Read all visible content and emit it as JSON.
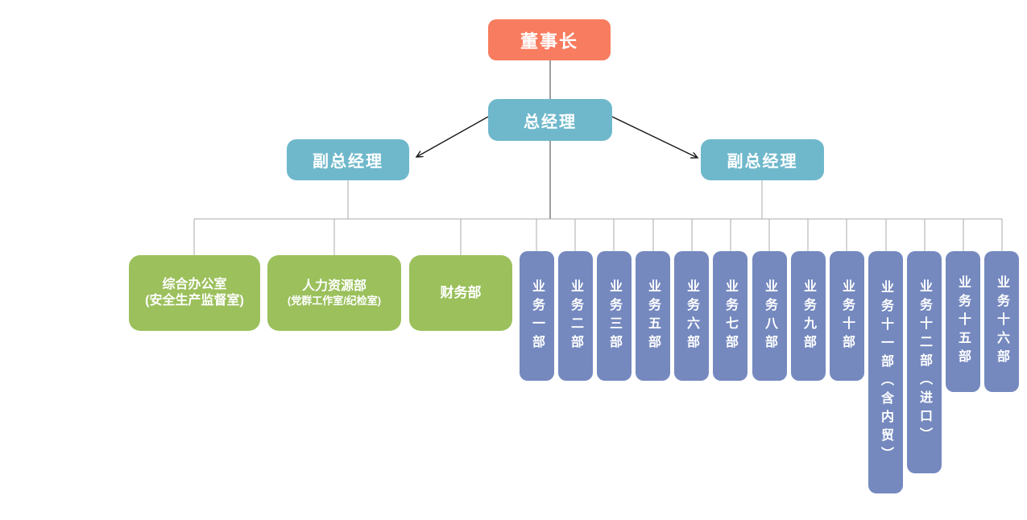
{
  "palette": {
    "chairman_bg": "#F87C5F",
    "manager_bg": "#6FB8CB",
    "department_bg": "#9BC05C",
    "business_unit_bg": "#7589BF",
    "connector_line": "#9E9E9E",
    "arrow_line": "#1A1A1A",
    "text": "#FFFFFF",
    "background": "#FFFFFF"
  },
  "nodes": {
    "chairman": {
      "label": "董事长"
    },
    "general_manager": {
      "label": "总经理"
    },
    "deputy_left": {
      "label": "副总经理"
    },
    "deputy_right": {
      "label": "副总经理"
    },
    "departments": [
      {
        "label": "综合办公室",
        "sublabel": "(安全生产监督室)"
      },
      {
        "label": "人力资源部",
        "sublabel": "(党群工作室/纪检室)"
      },
      {
        "label": "财务部"
      }
    ],
    "business_units": [
      {
        "label": "业务一部"
      },
      {
        "label": "业务二部"
      },
      {
        "label": "业务三部"
      },
      {
        "label": "业务五部"
      },
      {
        "label": "业务六部"
      },
      {
        "label": "业务七部"
      },
      {
        "label": "业务八部"
      },
      {
        "label": "业务九部"
      },
      {
        "label": "业务十部"
      },
      {
        "label": "业务十一部（含内贸）"
      },
      {
        "label": "业务十二部（进口）"
      },
      {
        "label": "业务十五部"
      },
      {
        "label": "业务十六部"
      }
    ]
  }
}
